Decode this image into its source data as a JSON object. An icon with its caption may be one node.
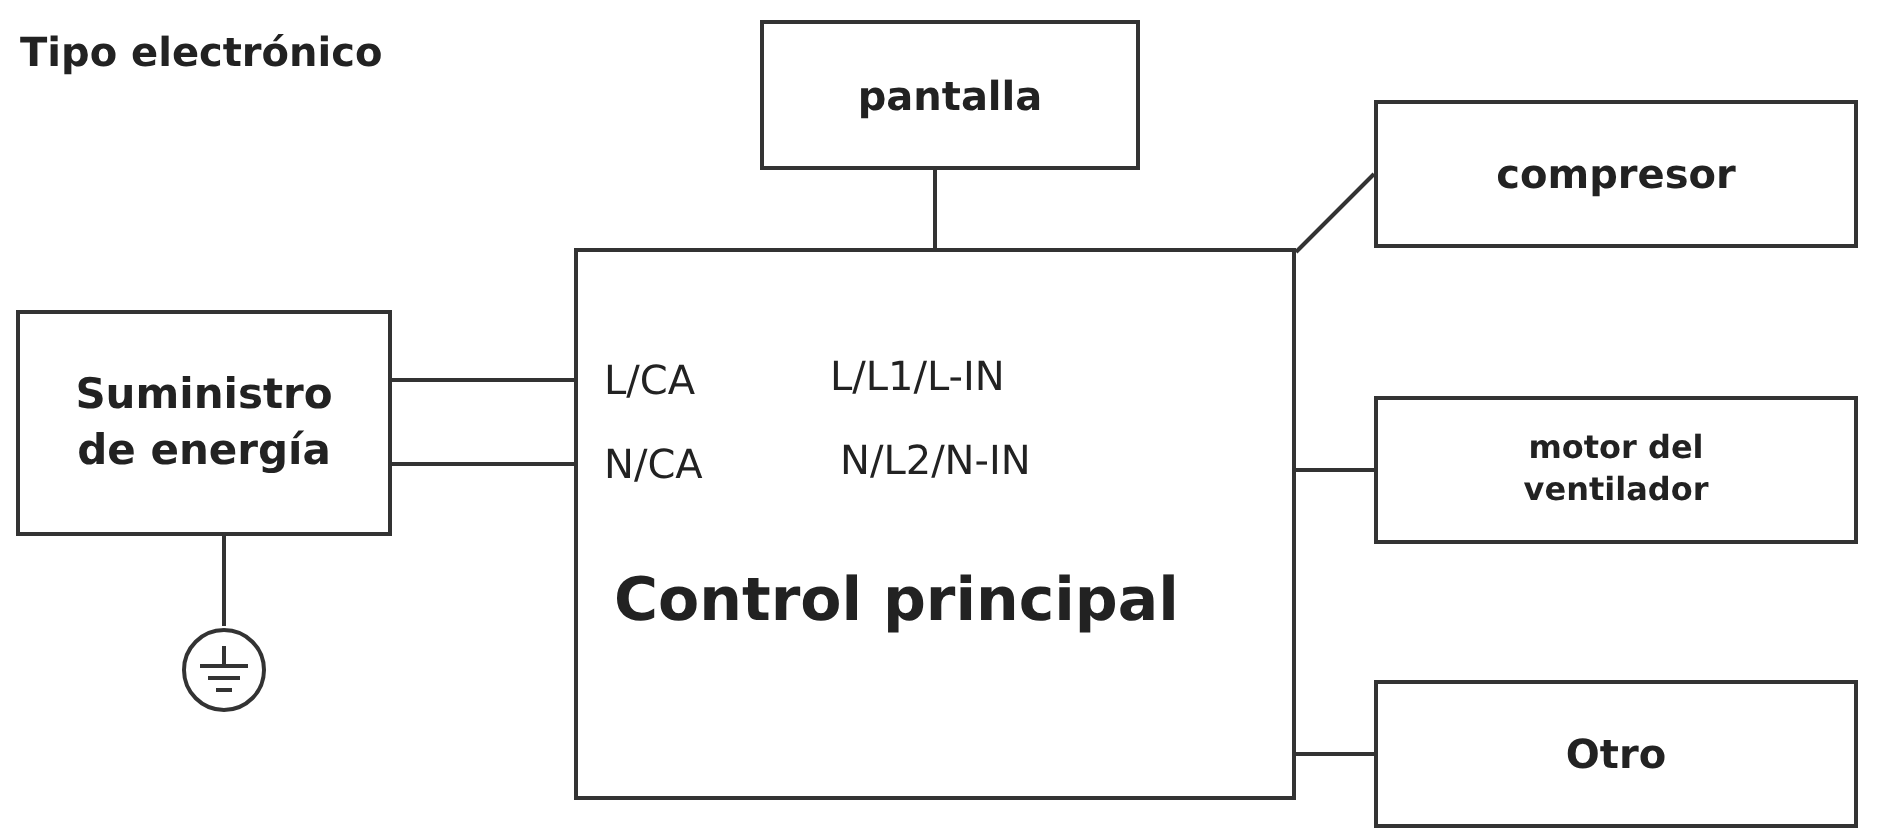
{
  "diagram": {
    "title": "Tipo electrónico",
    "nodes": [
      {
        "text": [
          "pantalla"
        ]
      },
      {
        "text": [
          "compresor"
        ]
      },
      {
        "text": [
          "Suministro de energía"
        ]
      },
      {
        "text": [
          "Control principal"
        ]
      },
      {
        "text": [
          "L/CA"
        ],
        "in": 3
      },
      {
        "text": [
          "N/CA"
        ],
        "in": 3
      },
      {
        "text": [
          "motor del ventilador"
        ]
      },
      {
        "text": [
          "Otro"
        ]
      },
      {
        "text": [],
        "shape": "circle"
      }
    ],
    "edges": [
      {
        "from": 0,
        "to": 3,
        "arrow": "none"
      },
      {
        "from": 3,
        "to": 1,
        "arrow": "none"
      },
      {
        "from": 2,
        "to": 4,
        "arrow": "none"
      },
      {
        "from": 2,
        "to": 5,
        "arrow": "none"
      },
      {
        "from": 3,
        "to": 6,
        "arrow": "none"
      },
      {
        "from": 3,
        "to": 7,
        "arrow": "none"
      },
      {
        "from": 2,
        "to": 8,
        "arrow": "none"
      }
    ],
    "labels": [
      "L/L1/L-IN",
      "N/L2/N-IN"
    ]
  }
}
